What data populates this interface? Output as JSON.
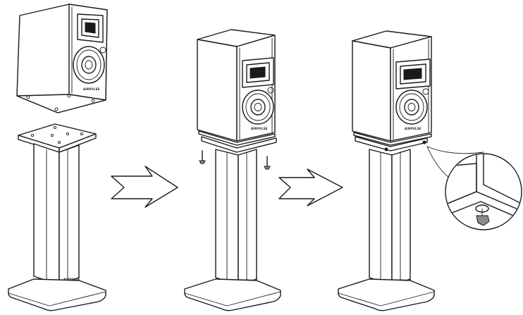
{
  "diagram": {
    "steps": [
      {
        "id": "step-1",
        "description_visible": ""
      },
      {
        "id": "step-2",
        "description_visible": ""
      },
      {
        "id": "step-3",
        "description_visible": ""
      }
    ],
    "arrow_count": 2,
    "brand_label": "AIRPULSE",
    "colors": {
      "line": "#1a1a1a",
      "background": "#ffffff",
      "shade": "#8a8a8a"
    },
    "icons": [
      "speaker",
      "stand",
      "screw",
      "arrow",
      "magnifier-callout"
    ]
  }
}
